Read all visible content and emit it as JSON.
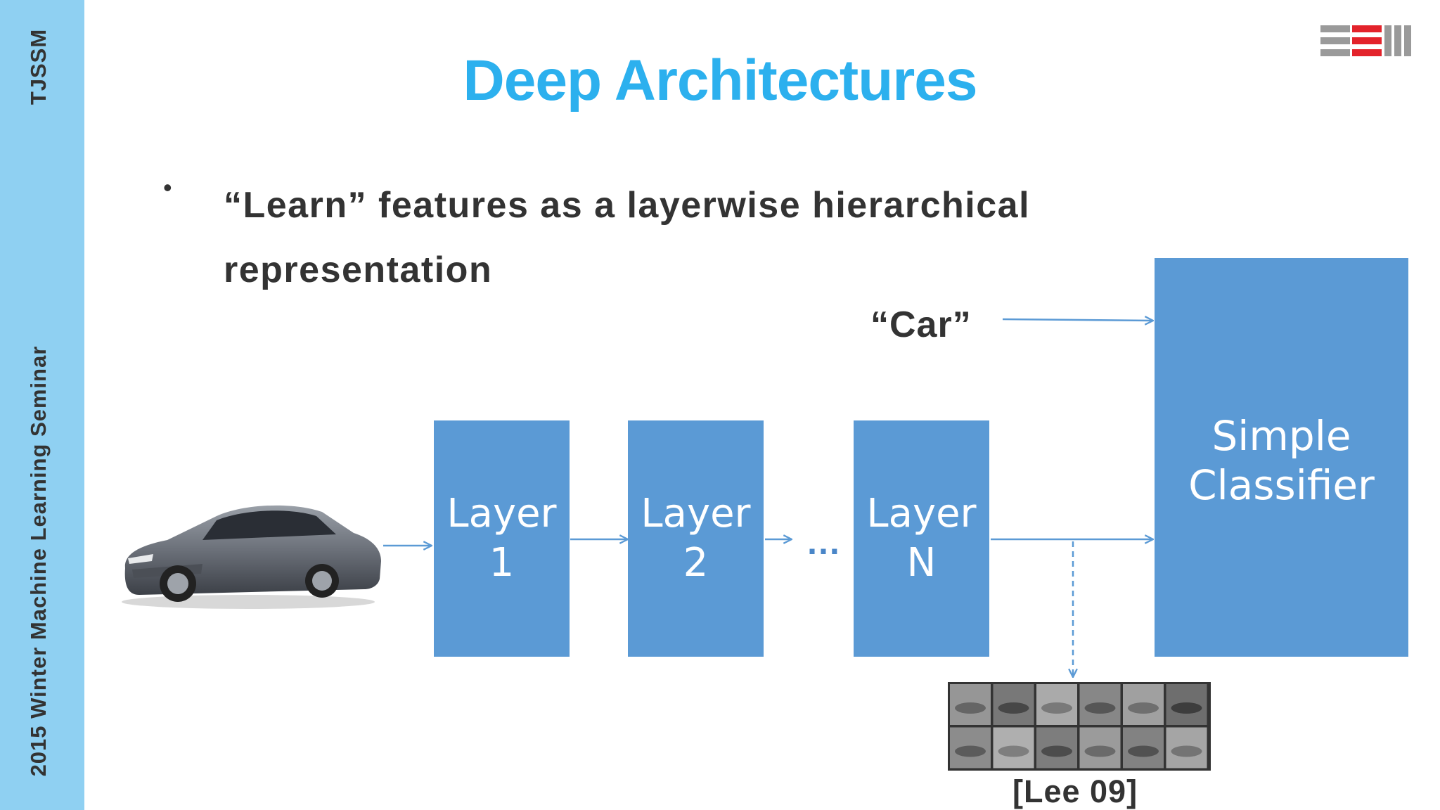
{
  "sidebar": {
    "top_label": "TJSSM",
    "bottom_label": "2015  Winter   Machine Learning Seminar"
  },
  "slide": {
    "title": "Deep  Architectures",
    "bullet": "•",
    "bullet_text": "“Learn”  features as a layerwise hierarchical representation",
    "car_label": "“Car”",
    "ellipsis": "…",
    "citation": "[Lee 09]"
  },
  "diagram": {
    "layers": [
      {
        "label": "Layer\n1"
      },
      {
        "label": "Layer\n2"
      },
      {
        "label": "Layer\nN"
      }
    ],
    "classifier": {
      "label": "Simple\nClassifier"
    }
  },
  "colors": {
    "sidebar": "#8fd0f2",
    "title": "#2cb0ee",
    "box": "#5b9ad5",
    "arrow": "#5b9ad5",
    "logo_red": "#e3232b",
    "logo_gray": "#9a9a9a"
  },
  "icons": [
    "logo-icon",
    "car-image",
    "feature-patches-image"
  ]
}
